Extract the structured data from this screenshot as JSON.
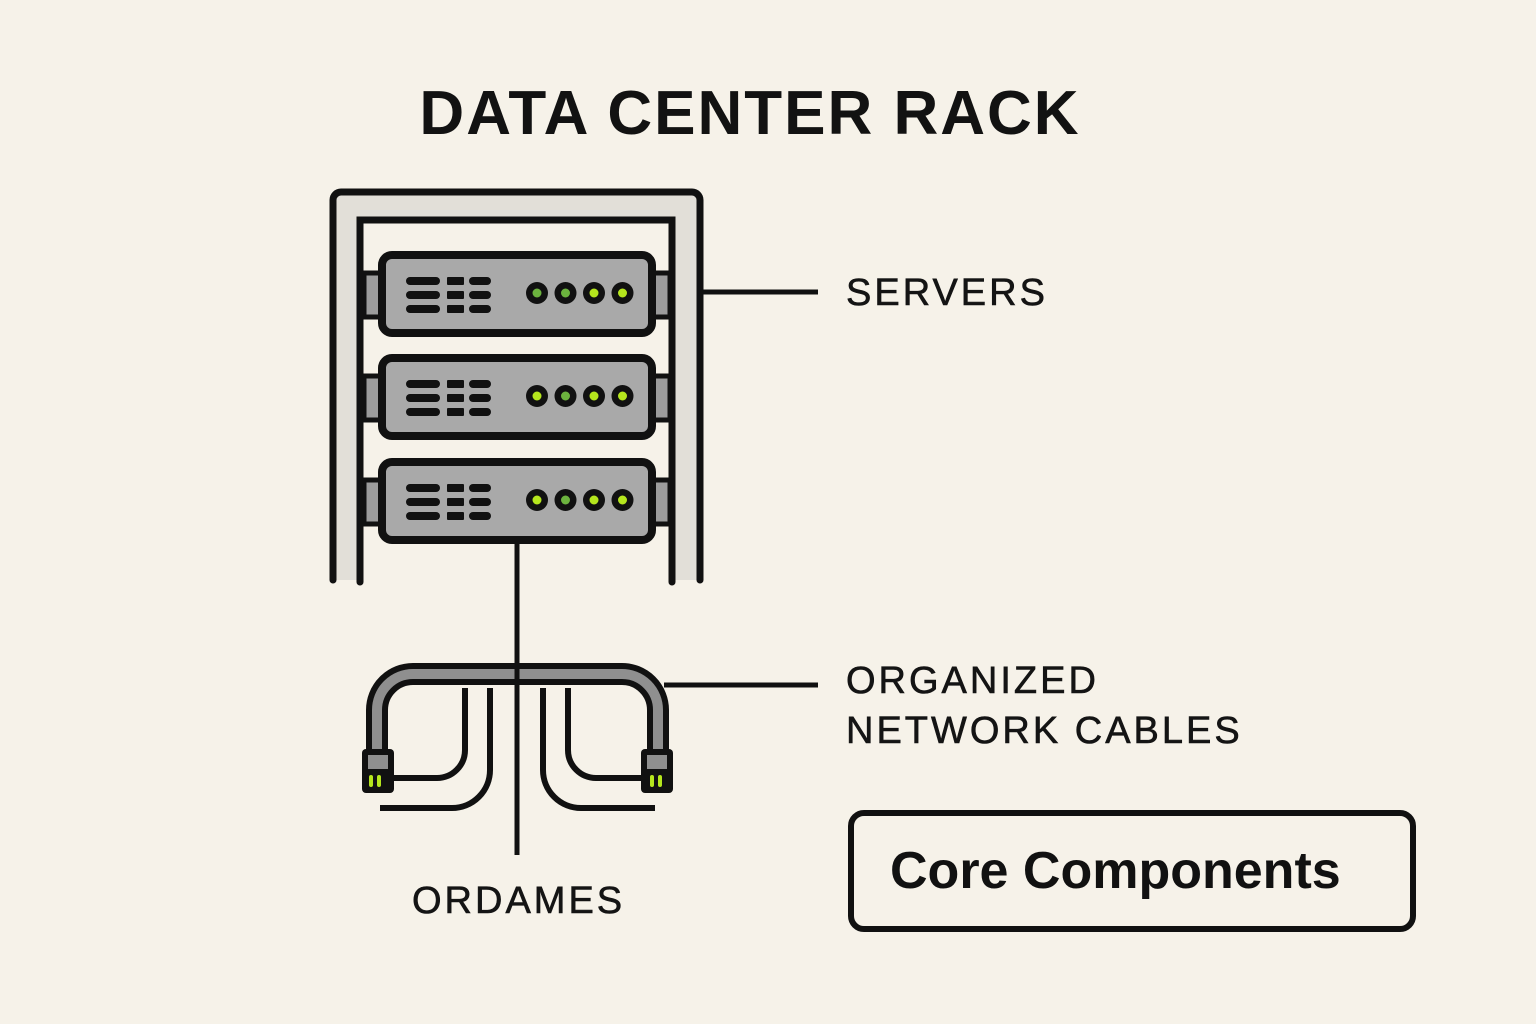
{
  "title": "DATA CENTER RACK",
  "labels": {
    "servers": "SERVERS",
    "cables_line1": "ORGANIZED",
    "cables_line2": "NETWORK CABLES",
    "ordames": "ORDAMES"
  },
  "badge": {
    "text": "Core Components"
  },
  "rack": {
    "server_count": 3,
    "leds_per_server": 4
  },
  "colors": {
    "background": "#f6f2e9",
    "outline": "#111111",
    "server_face": "#a9a9a9",
    "rack_frame": "#e2dfd8",
    "led_bright": "#b5e61d",
    "led_dim": "#6cb33e"
  }
}
